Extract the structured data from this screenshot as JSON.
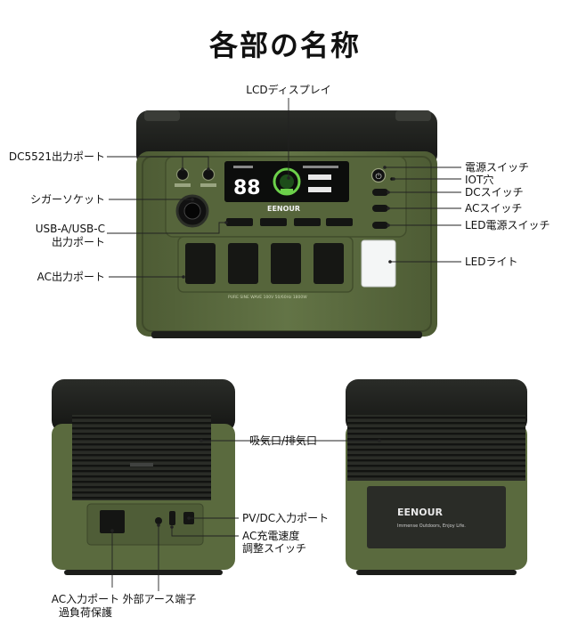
{
  "title": "各部の名称",
  "brand": "EENOUR",
  "brand_tagline": "Immense Outdoors, Enjoy Life.",
  "panel_text": "PURE SINE WAVE  100V 50/60Hz 1800W",
  "lcd_digits": "88",
  "labels": {
    "lcd": "LCDディスプレイ",
    "dc5521": "DC5521出力ポート",
    "cigar": "シガーソケット",
    "usb_line1": "USB-A/USB-C",
    "usb_line2": "出力ポート",
    "ac_out": "AC出力ポート",
    "power_switch": "電源スイッチ",
    "iot": "IOT穴",
    "dc_switch": "DCスイッチ",
    "ac_switch": "ACスイッチ",
    "led_switch": "LED電源スイッチ",
    "led_light": "LEDライト",
    "vent": "吸気口/排気口",
    "pv_input": "PV/DC入力ポート",
    "ac_speed_line1": "AC充電速度",
    "ac_speed_line2": "調整スイッチ",
    "ac_input_line1": "AC入力ポート",
    "ac_input_line2": "過負荷保護",
    "ground": "外部アース端子"
  },
  "colors": {
    "body_green": "#5b6b3f",
    "body_dark": "#1d1f1b",
    "lcd_green": "#6cd04a",
    "leader": "#222222"
  }
}
